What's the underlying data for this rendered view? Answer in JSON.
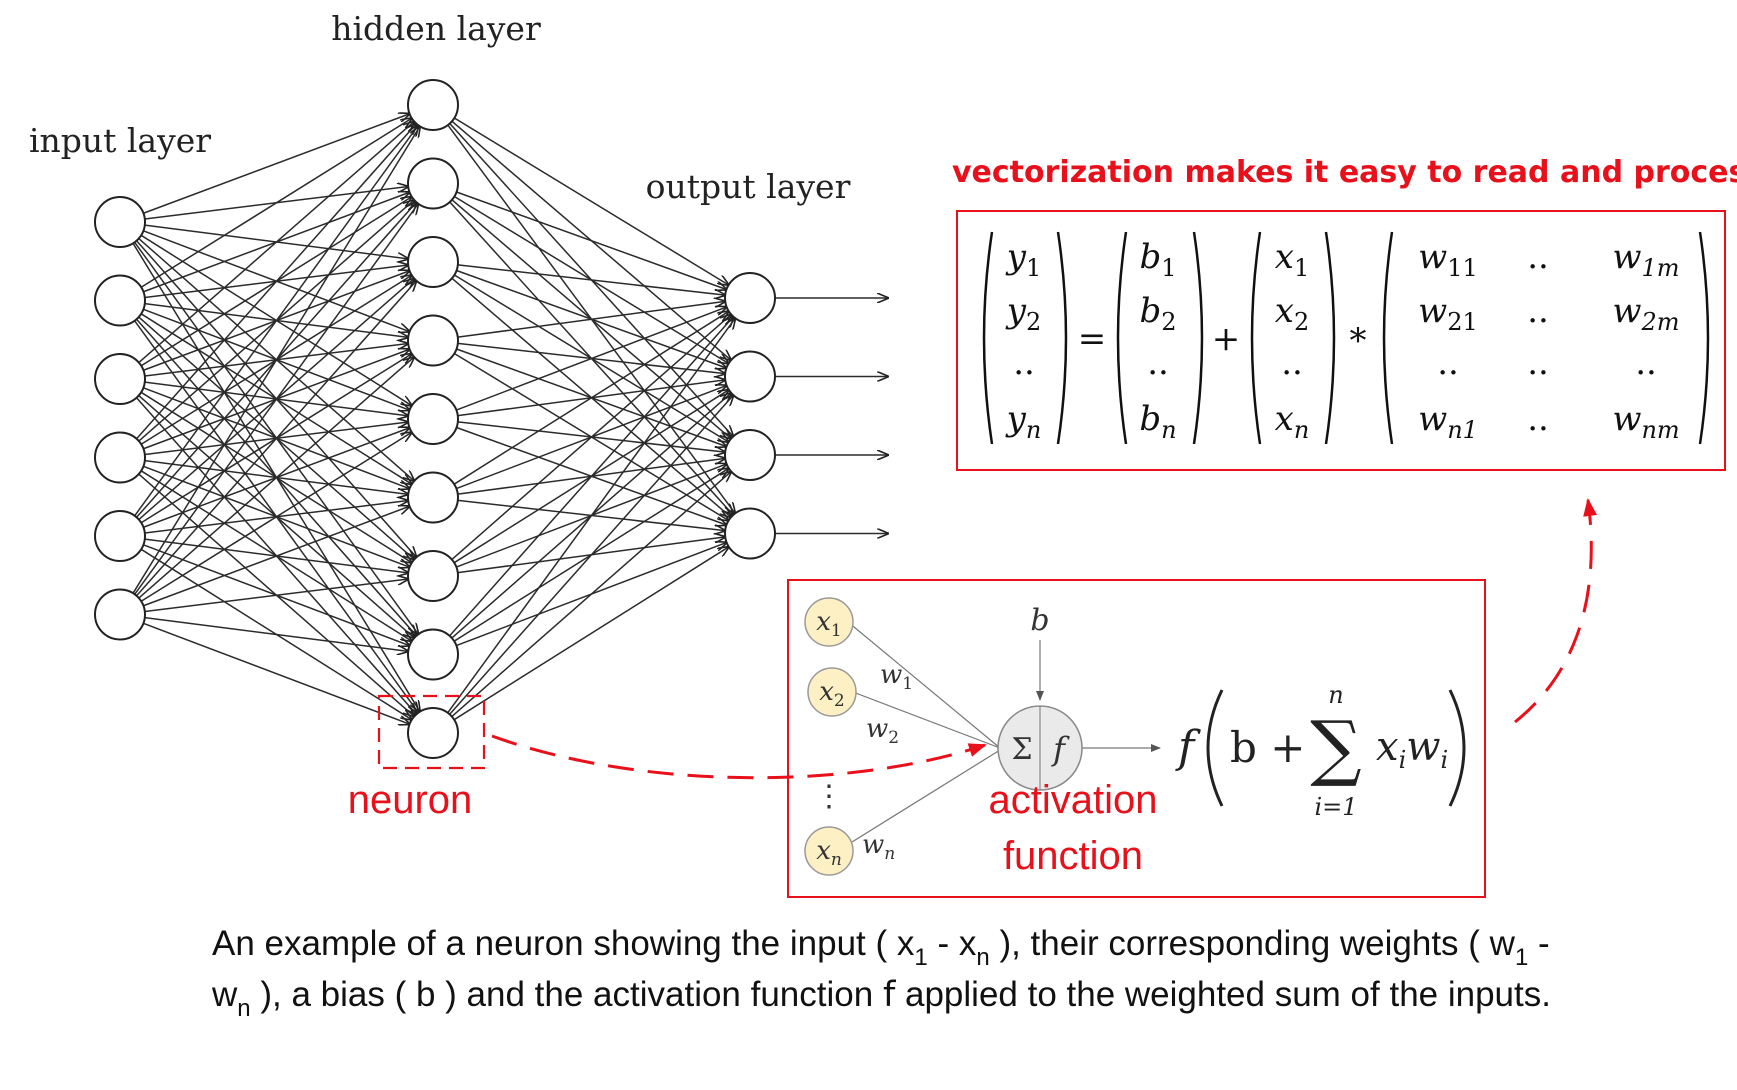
{
  "labels": {
    "input_layer": "input layer",
    "hidden_layer": "hidden layer",
    "output_layer": "output layer",
    "neuron": "neuron",
    "activation_line1": "activation",
    "activation_line2": "function",
    "vectorization_title": "vectorization makes it easy to read and process"
  },
  "network": {
    "input_nodes": 6,
    "hidden_nodes": 9,
    "output_nodes": 4
  },
  "neuron_detail": {
    "inputs": [
      "x1",
      "x2",
      "xn"
    ],
    "weights": [
      "w1",
      "w2",
      "wn"
    ],
    "bias": "b",
    "sum_symbol": "Σ",
    "activation_symbol": "f",
    "ellipsis": "⋮",
    "formula": {
      "f": "f",
      "b_plus": "b +",
      "sum": "∑",
      "upper": "n",
      "lower": "i=1",
      "term": "x",
      "term_sub": "i",
      "w": "w",
      "w_sub": "i"
    }
  },
  "matrix_eq": {
    "y": [
      [
        "y",
        "1"
      ],
      [
        "y",
        "2"
      ],
      [
        "..",
        ""
      ],
      [
        "y",
        "n"
      ]
    ],
    "b": [
      [
        "b",
        "1"
      ],
      [
        "b",
        "2"
      ],
      [
        "..",
        ""
      ],
      [
        "b",
        "n"
      ]
    ],
    "x": [
      [
        "x",
        "1"
      ],
      [
        "x",
        "2"
      ],
      [
        "..",
        ""
      ],
      [
        "x",
        "n"
      ]
    ],
    "w": [
      [
        [
          "w",
          "11"
        ],
        [
          "..",
          ""
        ],
        [
          "w",
          "1m"
        ]
      ],
      [
        [
          "w",
          "21"
        ],
        [
          "..",
          ""
        ],
        [
          "w",
          "2m"
        ]
      ],
      [
        [
          "..",
          ""
        ],
        [
          "..",
          ""
        ],
        [
          "..",
          ""
        ]
      ],
      [
        [
          "w",
          "n1"
        ],
        [
          "..",
          ""
        ],
        [
          "w",
          "nm"
        ]
      ]
    ],
    "equals": "=",
    "plus": "+",
    "times": "*"
  },
  "caption": {
    "p1": "An example of a neuron showing the input ( x",
    "s1": "1",
    "p2": " - x",
    "s2": "n",
    "p3": " ), their corresponding weights ( w",
    "s3": "1",
    "p4": " - w",
    "s4": "n",
    "p5": " ), a bias ( b ) and the activation function ",
    "f": "f",
    "p6": " applied to the weighted sum of the inputs."
  },
  "colors": {
    "accent_red": "#e8101a",
    "node_fill_input": "#fdf0c4",
    "line": "#111111"
  }
}
